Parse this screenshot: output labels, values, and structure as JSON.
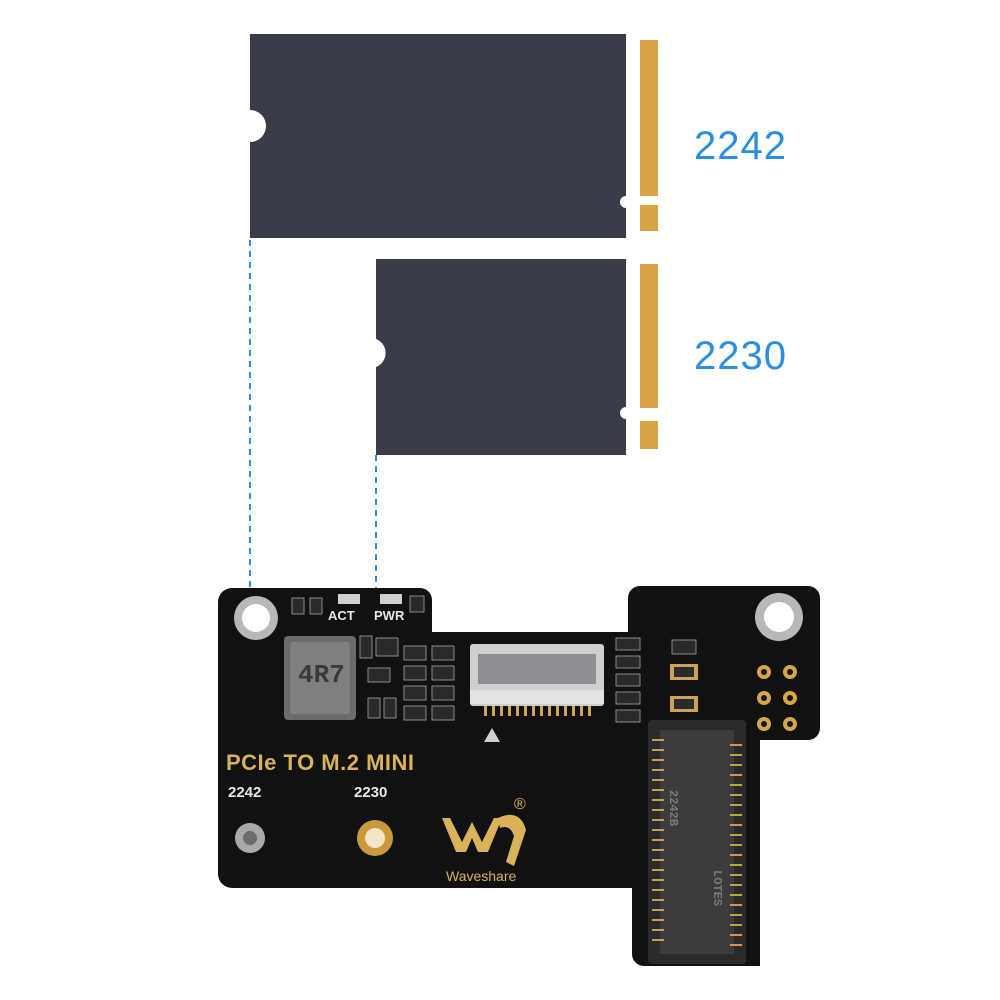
{
  "colors": {
    "ssd_body": "#3a3c47",
    "gold": "#d8a444",
    "accent_blue": "#2a8fe0",
    "pcb": "#111112",
    "silk_gold": "#d9b35a",
    "silk_white": "#e8e8e8"
  },
  "modules": {
    "ssd_2242_label": "2242",
    "ssd_2230_label": "2230"
  },
  "board": {
    "title": "PCIe TO M.2 MINI",
    "hole_label_2242": "2242",
    "hole_label_2230": "2230",
    "led_act": "ACT",
    "led_pwr": "PWR",
    "inductor_text": "4R7",
    "brand_name": "Waveshare",
    "registered_mark": "®",
    "connector_text_1": "2242B",
    "connector_text_2": "LOTES"
  }
}
